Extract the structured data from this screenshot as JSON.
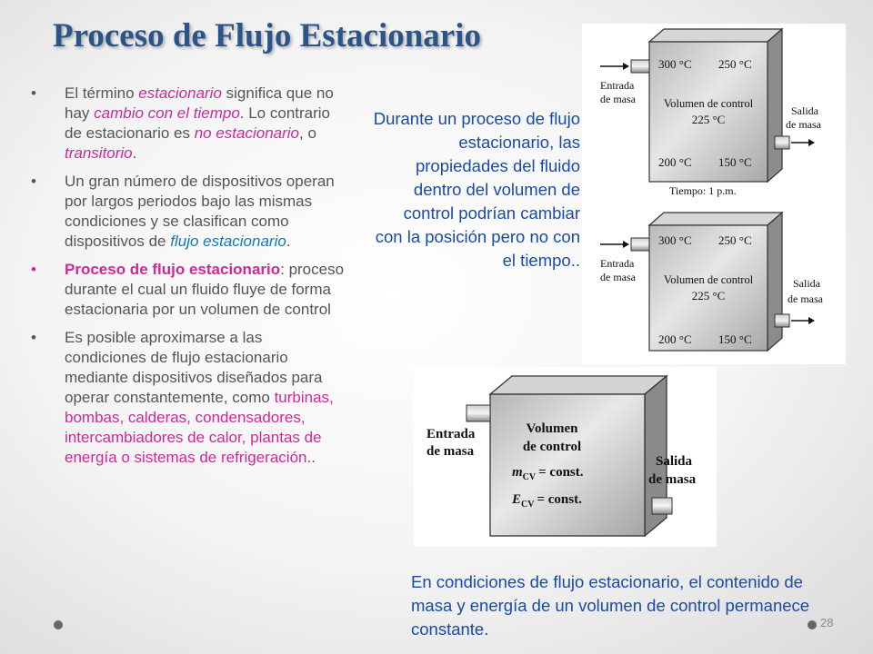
{
  "title": "Proceso de Flujo Estacionario",
  "bullets": {
    "b1": {
      "t1": "El término ",
      "t2": "estacionario",
      "t3": " significa que no hay ",
      "t4": "cambio con el tiempo",
      "t5": ". Lo contrario de estacionario es ",
      "t6": "no estacionario",
      "t7": ", o ",
      "t8": "transitorio",
      "t9": "."
    },
    "b2": {
      "t1": "Un gran número de dispositivos operan por largos periodos bajo las mismas condiciones y se clasifican como dispositivos de ",
      "t2": "flujo estacionario",
      "t3": "."
    },
    "b3": {
      "t1": "Proceso de flujo estacionario",
      "t2": ": proceso durante el cual un fluido fluye de forma estacionaria por un volumen de control"
    },
    "b4": {
      "t1": "Es posible aproximarse a las condiciones de flujo estacionario mediante dispositivos diseñados para operar constantemente, como ",
      "t2": "turbinas, bombas, calderas, condensadores, intercambiadores de calor, plantas de energía o sistemas de refrigeración",
      "t3": ".."
    },
    "bullet_char": "•"
  },
  "caption_right": "Durante un proceso de flujo estacionario, las propiedades del fluido dentro del volumen de control podrían cambiar con la posición pero no con el tiempo..",
  "caption_bottom": "En condiciones de flujo estacionario, el contenido de masa y energía de un volumen de control permanece constante.",
  "figure_top": {
    "entrada": [
      "Entrada",
      "de masa"
    ],
    "salida": [
      "Salida",
      "de masa"
    ],
    "temps": [
      "300 °C",
      "250 °C",
      "200 °C",
      "150 °C"
    ],
    "center": [
      "Volumen de control",
      "225 °C"
    ],
    "time_label": "Tiempo: 1 p.m."
  },
  "figure_bottom": {
    "entrada": [
      "Entrada",
      "de masa"
    ],
    "salida": [
      "Salida",
      "de masa"
    ],
    "lines": [
      "Volumen",
      "de control",
      "= const.",
      "= const."
    ],
    "sym1": "m",
    "sub1": "CV",
    "sym2": "E",
    "sub2": "CV"
  },
  "slide_number": "28",
  "colors": {
    "title": "#2b5488",
    "magenta": "#cc2a9a",
    "blue": "#1478b4",
    "caption": "#1a4aa8"
  }
}
